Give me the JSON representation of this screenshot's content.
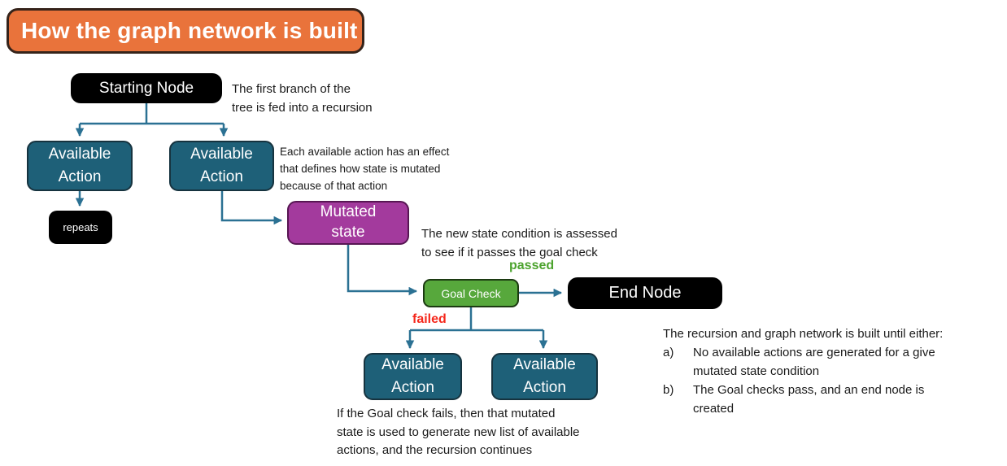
{
  "title": "How the graph network is built",
  "nodes": {
    "starting_node": "Starting Node",
    "available_action_1": "Available\nAction",
    "available_action_2": "Available\nAction",
    "repeats": "repeats",
    "mutated_state": "Mutated\nstate",
    "goal_check": "Goal Check",
    "end_node": "End Node",
    "available_action_3": "Available\nAction",
    "available_action_4": "Available\nAction"
  },
  "edge_labels": {
    "passed": "passed",
    "failed": "failed"
  },
  "annotations": {
    "first_branch": "The first branch of the\ntree is fed into a recursion",
    "each_action": "Each available action has an effect\nthat defines how state is mutated\nbecause of that action",
    "new_state": "The new state condition is assessed\nto see if it passes the goal check",
    "goal_fails": "If the Goal check fails, then that mutated\nstate is used to generate new list of available\nactions, and the recursion continues",
    "built_until_intro": "The recursion and graph network is built until either:",
    "built_until_items": [
      {
        "marker": "a)",
        "text": "No available actions are generated for a give\nmutated state condition"
      },
      {
        "marker": "b)",
        "text": "The Goal checks pass, and an end node is\ncreated"
      }
    ]
  },
  "colors": {
    "title_fill": "#E9733B",
    "title_border": "#35231A",
    "node_black": "#000000",
    "action_fill": "#1E6078",
    "action_border": "#16333F",
    "mutated_fill": "#A33A9D",
    "mutated_border": "#571653",
    "goal_fill": "#57A83C",
    "goal_border": "#1C3A12",
    "connector": "#2B7193",
    "passed_text": "#4CA32E",
    "failed_text": "#F5281C",
    "annotation_text": "#1A1A1A"
  }
}
